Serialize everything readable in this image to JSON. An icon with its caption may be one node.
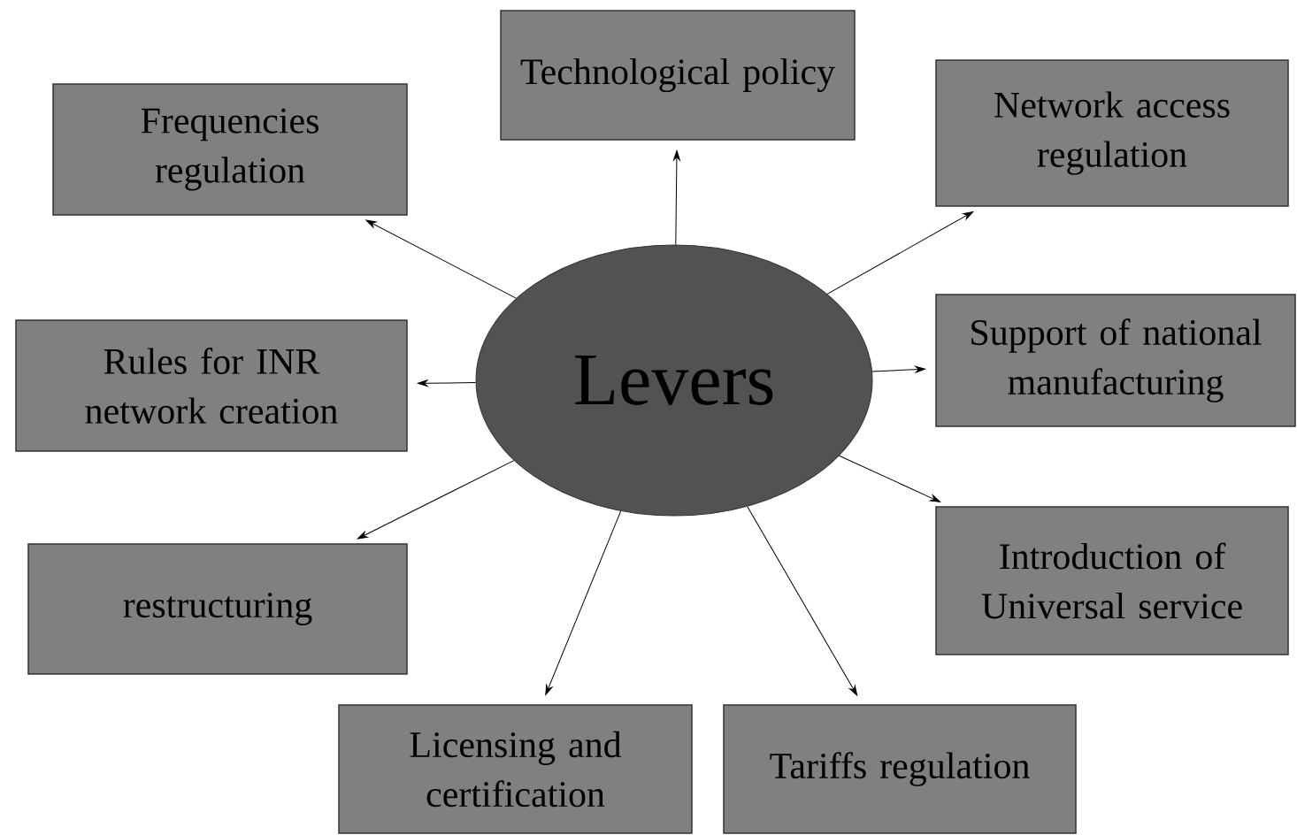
{
  "diagram": {
    "nodes": [
      {
        "text": [
          "Levers"
        ]
      },
      {
        "text": [
          "Technological policy"
        ]
      },
      {
        "text": [
          "Frequencies regulation"
        ]
      },
      {
        "text": [
          "Network access regulation"
        ]
      },
      {
        "text": [
          "Rules for INR network creation"
        ]
      },
      {
        "text": [
          "Support of national manufacturing"
        ]
      },
      {
        "text": [
          "restructuring"
        ]
      },
      {
        "text": [
          "Introduction of Universal service"
        ]
      },
      {
        "text": [
          "Licensing and certification"
        ]
      },
      {
        "text": [
          "Tariffs regulation"
        ]
      }
    ],
    "edges": [
      {
        "from": 0,
        "to": 1,
        "arrow": "to"
      },
      {
        "from": 0,
        "to": 2,
        "arrow": "to"
      },
      {
        "from": 0,
        "to": 3,
        "arrow": "to"
      },
      {
        "from": 0,
        "to": 4,
        "arrow": "to"
      },
      {
        "from": 0,
        "to": 5,
        "arrow": "to"
      },
      {
        "from": 0,
        "to": 6,
        "arrow": "to"
      },
      {
        "from": 0,
        "to": 7,
        "arrow": "to"
      },
      {
        "from": 0,
        "to": 8,
        "arrow": "to"
      },
      {
        "from": 0,
        "to": 9,
        "arrow": "to"
      }
    ]
  }
}
